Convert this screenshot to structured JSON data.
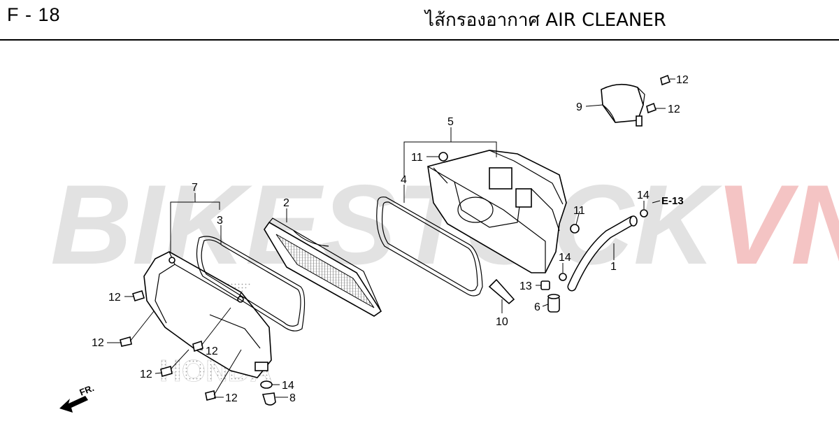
{
  "header": {
    "page_code": "F - 18",
    "title": "ไส้กรองอากาศ  AIR CLEANER"
  },
  "watermark": {
    "part1": "BIKESTOCK",
    "part2": "VN",
    "color1": "#e2e2e2",
    "color2": "#f4c4c4"
  },
  "background_logo": "HONDA",
  "direction_label": "FR.",
  "reference_label": "E-13",
  "callouts": {
    "c1": "1",
    "c2": "2",
    "c3": "3",
    "c4": "4",
    "c5": "5",
    "c6": "6",
    "c7": "7",
    "c8": "8",
    "c9": "9",
    "c10": "10",
    "c11a": "11",
    "c11b": "11",
    "c12a": "12",
    "c12b": "12",
    "c12c": "12",
    "c12d": "12",
    "c12e": "12",
    "c12f": "12",
    "c12g": "12",
    "c13": "13",
    "c14a": "14",
    "c14b": "14",
    "c14c": "14"
  }
}
